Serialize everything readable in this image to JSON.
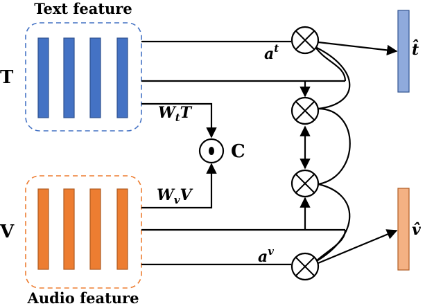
{
  "labels": {
    "text_feature": "Text feature",
    "audio_feature": "Audio feature",
    "text_input": "T",
    "audio_input": "V",
    "combine": "C",
    "wt_main": "W",
    "wt_sub": "t",
    "wt_var": "T",
    "wv_main": "W",
    "wv_sub": "v",
    "wv_var": "V",
    "at_base": "a",
    "at_sup": "t",
    "av_base": "a",
    "av_sup": "v",
    "t_hat": "t̂",
    "v_hat": "v̂"
  },
  "colors": {
    "text_bar": "#4472c4",
    "text_bar_stroke": "#2f528f",
    "text_box_border": "#4472c4",
    "audio_bar": "#ed7d31",
    "audio_bar_stroke": "#ae5a21",
    "audio_box_border": "#ed7d31",
    "t_hat_bar": "#8faadc",
    "v_hat_bar": "#f4b183"
  },
  "icons": {
    "multiply": "circle-times-icon",
    "dot_product": "circle-dot-icon"
  }
}
